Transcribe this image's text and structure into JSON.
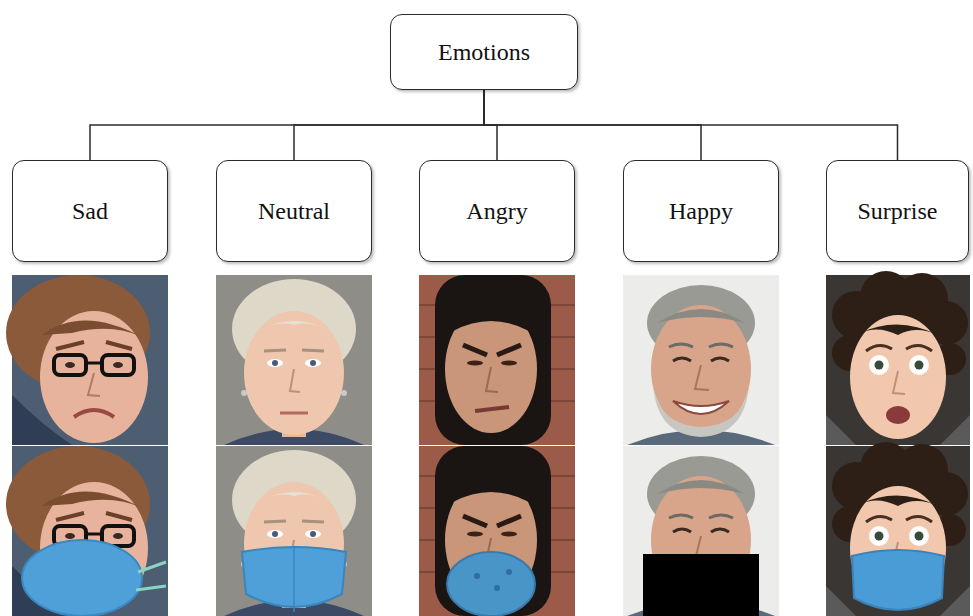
{
  "diagram": {
    "nodes": [
      {
        "text": [
          "Emotions"
        ]
      },
      {
        "text": [
          "Sad"
        ]
      },
      {
        "text": [
          "Neutral"
        ]
      },
      {
        "text": [
          "Angry"
        ]
      },
      {
        "text": [
          "Happy"
        ]
      },
      {
        "text": [
          "Surprise"
        ]
      }
    ],
    "edges": [
      {
        "from": 0,
        "to": 1,
        "arrow": "none"
      },
      {
        "from": 0,
        "to": 2,
        "arrow": "none"
      },
      {
        "from": 0,
        "to": 3,
        "arrow": "none"
      },
      {
        "from": 0,
        "to": 4,
        "arrow": "none"
      },
      {
        "from": 0,
        "to": 5,
        "arrow": "none"
      }
    ]
  }
}
